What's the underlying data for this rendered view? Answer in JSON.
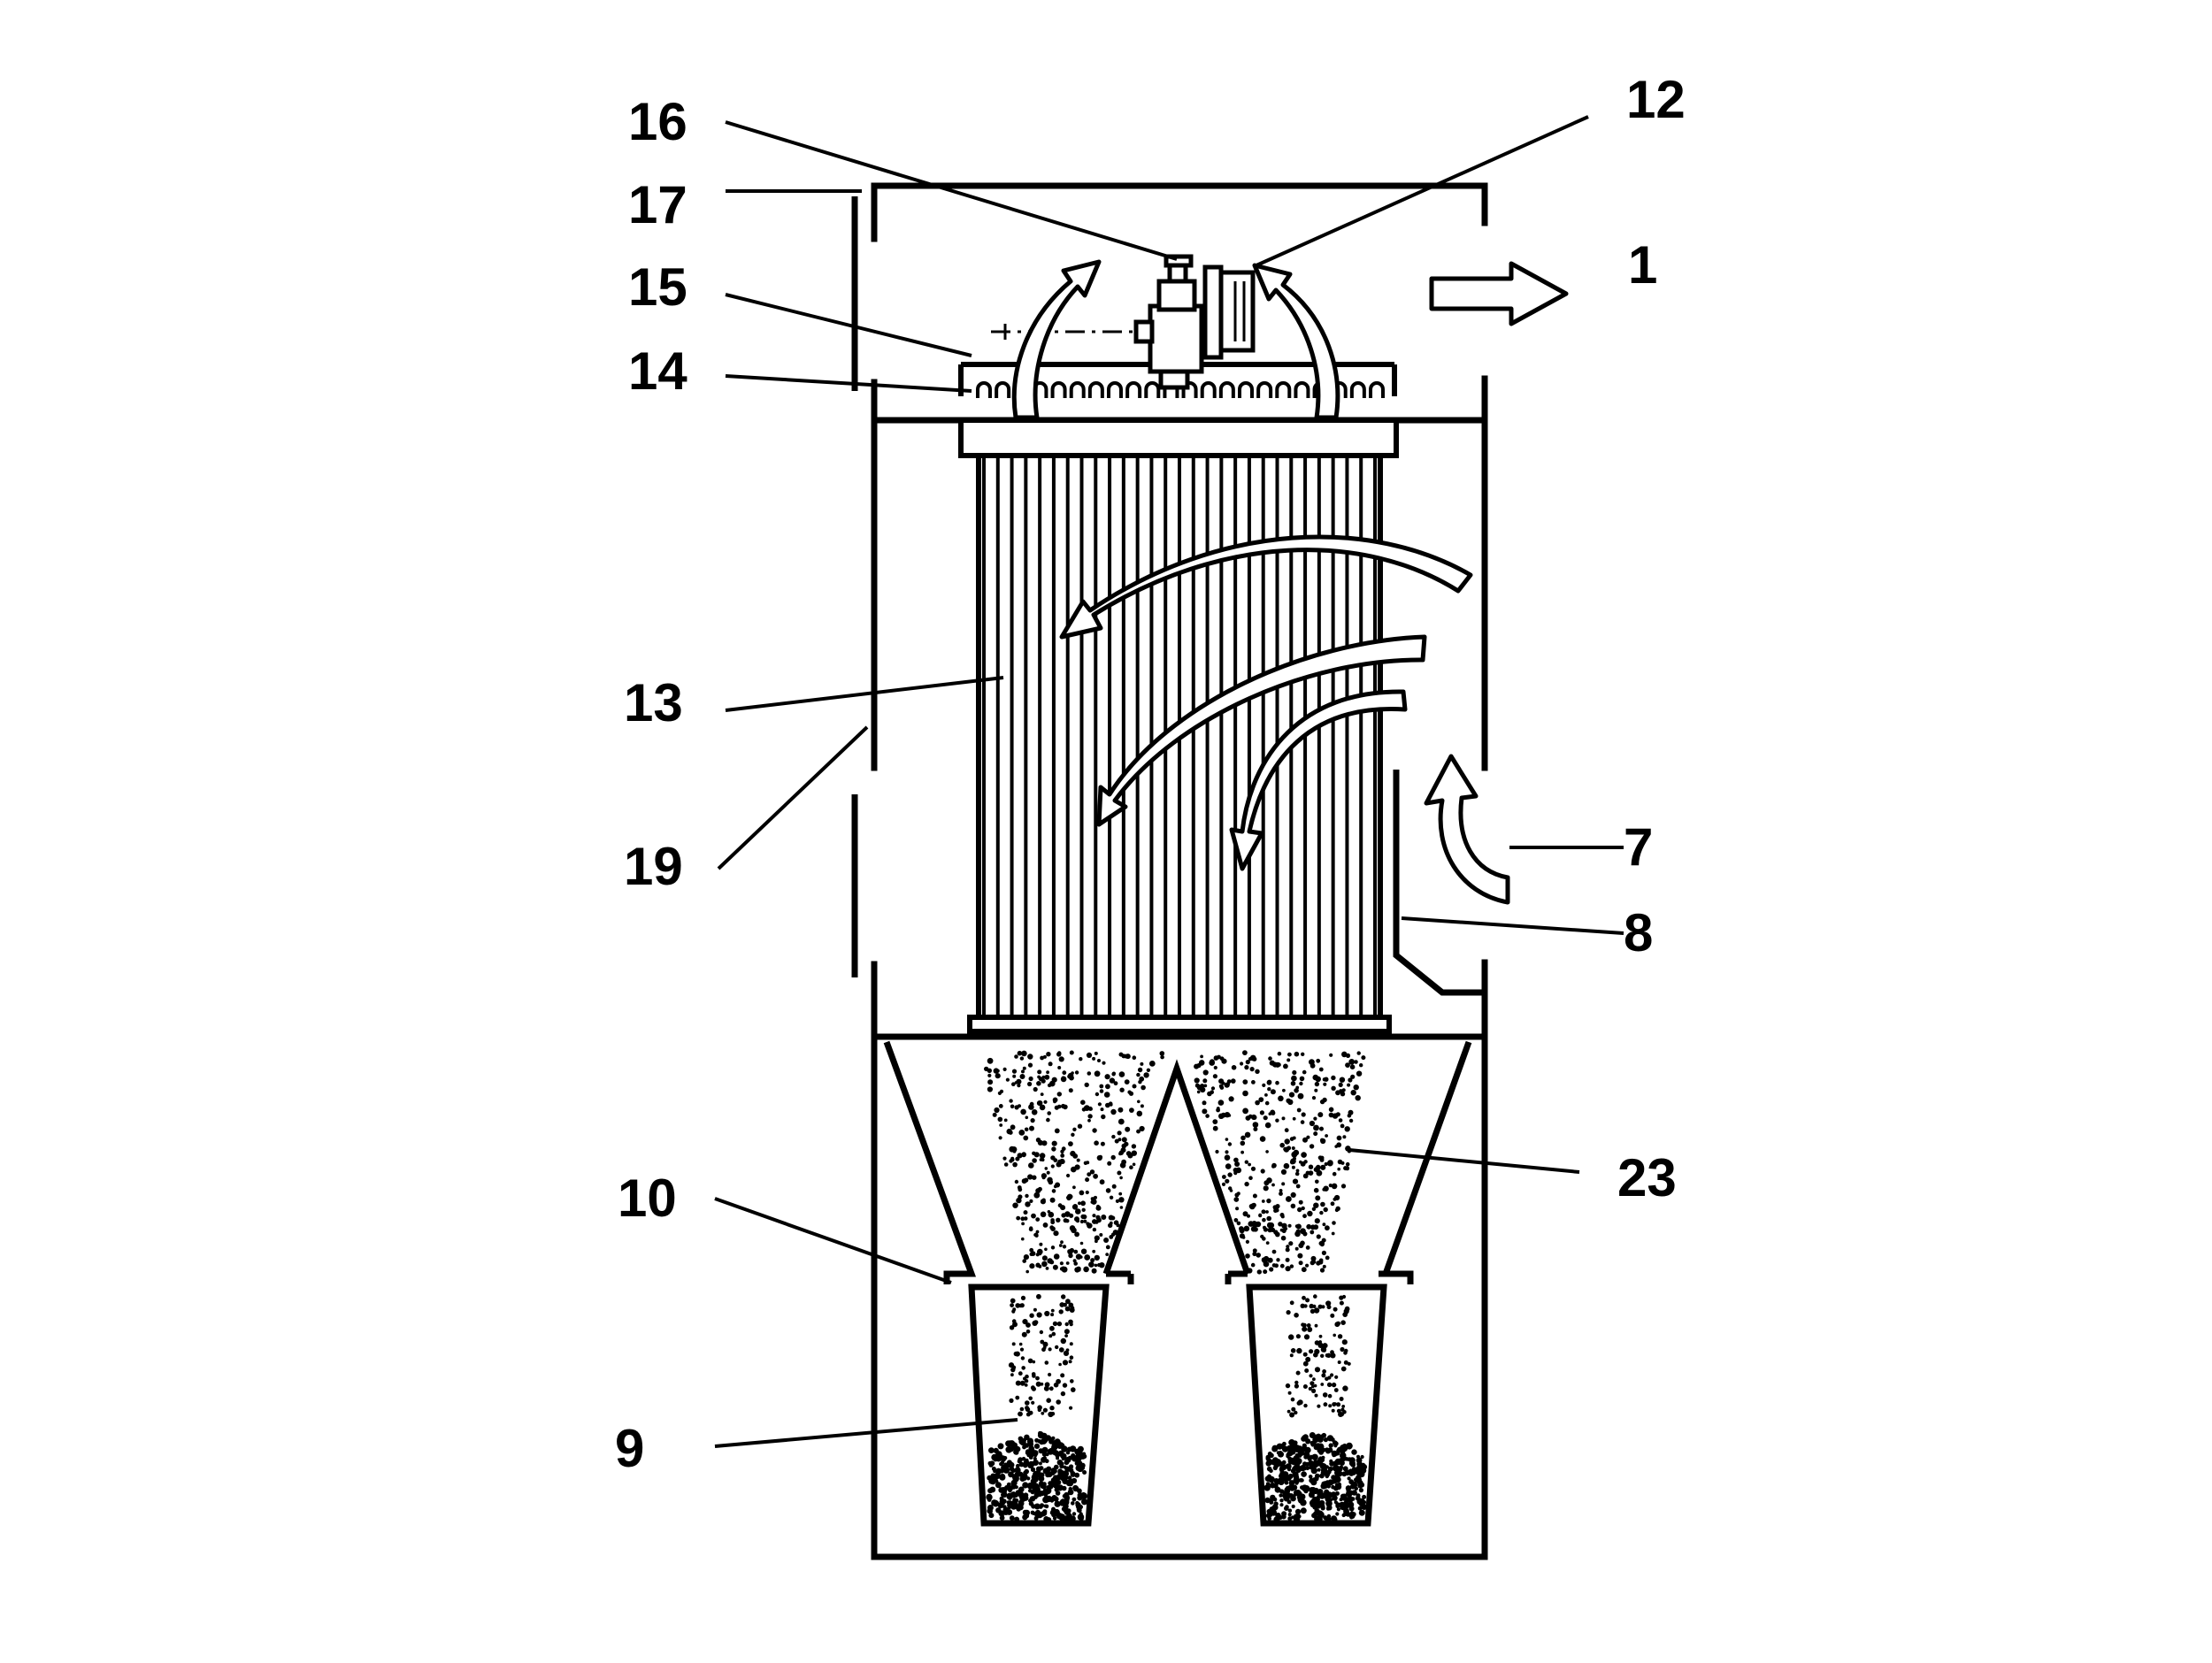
{
  "figure": {
    "labels": {
      "l1": "1",
      "l7": "7",
      "l8": "8",
      "l9": "9",
      "l10": "10",
      "l12": "12",
      "l13": "13",
      "l14": "14",
      "l15": "15",
      "l16": "16",
      "l17": "17",
      "l19": "19",
      "l23": "23"
    },
    "colors": {
      "ink": "#000000",
      "paper": "#ffffff"
    },
    "filter_pleat_count": 28
  }
}
